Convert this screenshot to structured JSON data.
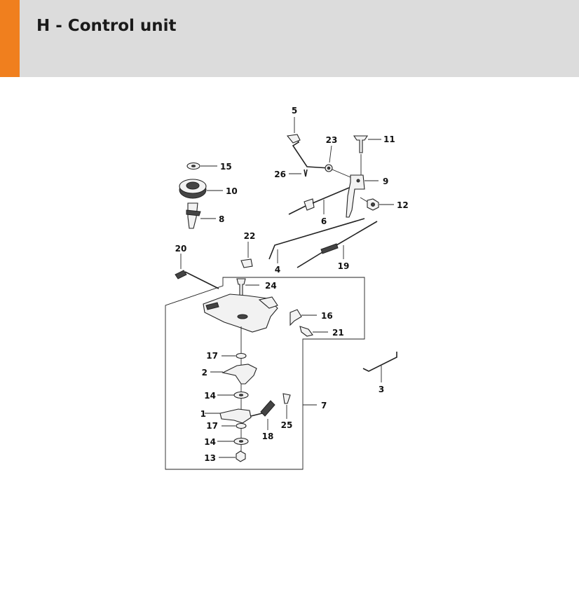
{
  "page": {
    "title": "H - Control unit"
  },
  "colors": {
    "accent": "#f07f1e",
    "header_bg": "#dcdcdc"
  },
  "callouts": [
    "1",
    "2",
    "3",
    "4",
    "5",
    "6",
    "7",
    "8",
    "9",
    "10",
    "11",
    "12",
    "13",
    "14",
    "15",
    "16",
    "17",
    "18",
    "19",
    "20",
    "21",
    "22",
    "23",
    "24",
    "25",
    "26"
  ],
  "callout_extra": [
    "14",
    "17"
  ]
}
